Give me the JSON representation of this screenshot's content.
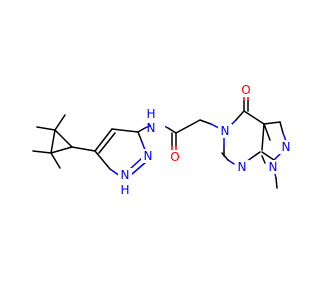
{
  "molecule": {
    "atoms": {
      "amide_n": "N",
      "amide_h": "H",
      "amide_o": "O",
      "pyrazole_n_top": "N",
      "pyrazole_nh": "N",
      "pyrazole_nh_h": "H",
      "pyrimidinone_n5": "N",
      "pyrimidinone_o": "O",
      "pyrimidine_n": "N",
      "pyrazolo_n_top": "N",
      "pyrazolo_n_methyl": "N"
    },
    "colors": {
      "carbon_bond": "#000000",
      "nitrogen": "#0000ff",
      "oxygen": "#ff0000"
    }
  }
}
